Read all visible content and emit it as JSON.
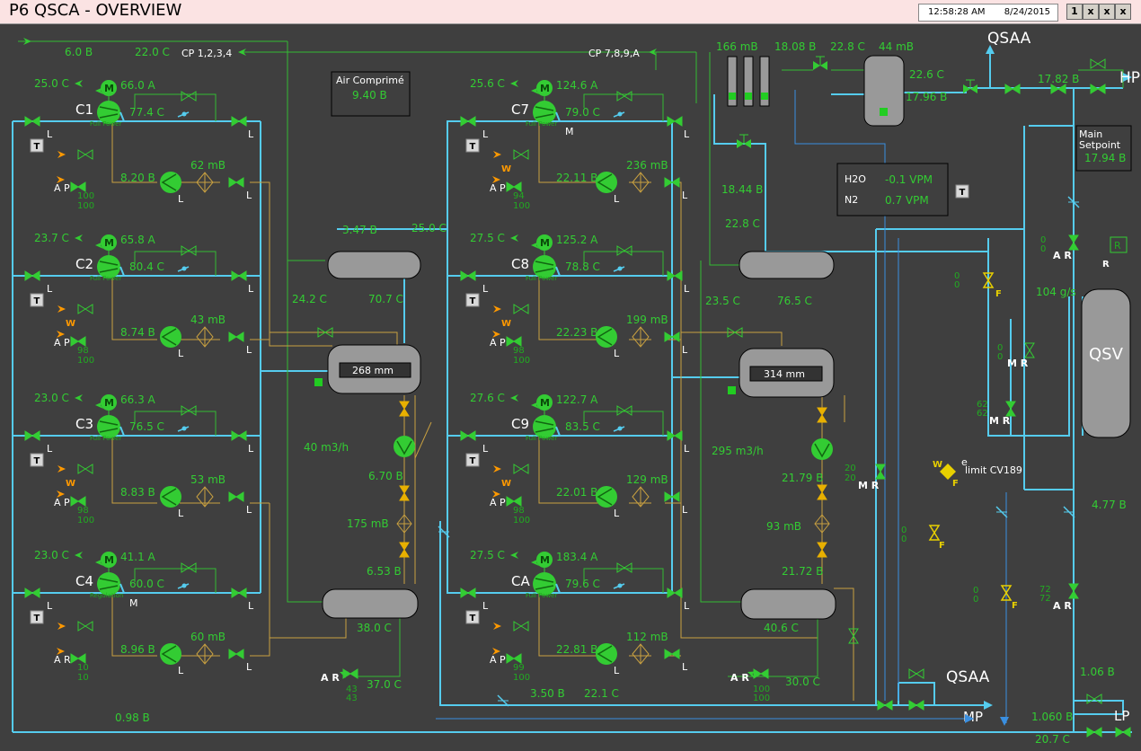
{
  "window": {
    "title": "P6 QSCA - OVERVIEW",
    "time": "12:58:28 AM",
    "date": "8/24/2015",
    "btn_page": "1",
    "btn_x1": "x",
    "btn_x2": "x",
    "btn_x3": "x"
  },
  "header": {
    "left_pressure": "6.0 B",
    "left_temp": "22.0 C",
    "cp_left": "CP 1,2,3,4",
    "cp_mid": "CP 7,8,9,A"
  },
  "air_box": {
    "label": "Air Comprimé",
    "value": "9.40 B"
  },
  "compressors": [
    {
      "name": "C1",
      "temp": "25.0 C",
      "amps": "66.0 A",
      "discharge": "77.4 C",
      "mode": "Full Power",
      "press": "8.20 B",
      "filter": "62 mB",
      "pct1": "100",
      "pct2": "100",
      "ap": "A P",
      "mark": "",
      "w": ""
    },
    {
      "name": "C2",
      "temp": "23.7 C",
      "amps": "65.8 A",
      "discharge": "80.4 C",
      "mode": "Full Power",
      "press": "8.74 B",
      "filter": "43 mB",
      "pct1": "98",
      "pct2": "100",
      "ap": "A P",
      "mark": "",
      "w": "W"
    },
    {
      "name": "C3",
      "temp": "23.0 C",
      "amps": "66.3 A",
      "discharge": "76.5 C",
      "mode": "Full Power",
      "press": "8.83 B",
      "filter": "53 mB",
      "pct1": "98",
      "pct2": "100",
      "ap": "A P",
      "mark": "",
      "w": "W"
    },
    {
      "name": "C4",
      "temp": "23.0 C",
      "amps": "41.1 A",
      "discharge": "60.0 C",
      "mode": "Regulation",
      "press": "8.96 B",
      "filter": "60 mB",
      "pct1": "10",
      "pct2": "10",
      "ap": "A R",
      "mark": "M",
      "w": ""
    },
    {
      "name": "C7",
      "temp": "25.6 C",
      "amps": "124.6 A",
      "discharge": "79.0 C",
      "mode": "Full Power",
      "press": "22.11 B",
      "filter": "236 mB",
      "pct1": "94",
      "pct2": "100",
      "ap": "A P",
      "mark": "M",
      "w": "W"
    },
    {
      "name": "C8",
      "temp": "27.5 C",
      "amps": "125.2 A",
      "discharge": "78.8 C",
      "mode": "Full Power",
      "press": "22.23 B",
      "filter": "199 mB",
      "pct1": "98",
      "pct2": "100",
      "ap": "A P",
      "mark": "",
      "w": "W"
    },
    {
      "name": "C9",
      "temp": "27.6 C",
      "amps": "122.7 A",
      "discharge": "83.5 C",
      "mode": "Full Power",
      "press": "22.01 B",
      "filter": "129 mB",
      "pct1": "98",
      "pct2": "100",
      "ap": "A P",
      "mark": "",
      "w": "W"
    },
    {
      "name": "CA",
      "temp": "27.5 C",
      "amps": "183.4 A",
      "discharge": "79.6 C",
      "mode": "Full Power",
      "press": "22.81 B",
      "filter": "112 mB",
      "pct1": "99",
      "pct2": "100",
      "ap": "A P",
      "mark": "",
      "w": ""
    }
  ],
  "lp": {
    "pressure1": "3.47 B",
    "temp1": "25.0 C",
    "hx_in": "24.2 C",
    "hx_out": "70.7 C",
    "level": "268 mm",
    "flow": "40 m3/h",
    "pump_press": "6.70 B",
    "filter": "175 mB",
    "pump_out": "6.53 B",
    "bottom_temp": "38.0 C",
    "ar_label": "A R",
    "ar_pct1": "43",
    "ar_pct2": "43",
    "bottom_temp2": "37.0 C",
    "return_press": "0.98 B"
  },
  "hp": {
    "pressure": "18.44 B",
    "temp": "22.8 C",
    "hx_in": "23.5 C",
    "hx_out": "76.5 C",
    "level": "314 mm",
    "flow": "295 m3/h",
    "pump_press": "21.79 B",
    "filter": "93 mB",
    "pump_out": "21.72 B",
    "bottom_temp": "40.6 C",
    "valve_pct1": "20",
    "valve_pct2": "20",
    "ar_label": "A R",
    "ar_pct1": "100",
    "ar_pct2": "100",
    "bottom_temp2": "30.0 C",
    "p_return": "3.50 B",
    "t_return": "22.1 C"
  },
  "dryer": {
    "filter_dp": "166 mB",
    "press": "18.08 B",
    "temp": "22.8 C",
    "tank_dp": "44 mB",
    "tank_temp": "22.6 C",
    "tank_press": "17.96 B"
  },
  "right": {
    "qsaa_top": "QSAA",
    "hp_label": "HP",
    "hp_press": "17.82 B",
    "main_setpoint_label1": "Main",
    "main_setpoint_label2": "Setpoint",
    "main_setpoint_value": "17.94 B",
    "h2o_label": "H2O",
    "h2o_value": "-0.1 VPM",
    "n2_label": "N2",
    "n2_value": "0.7 VPM",
    "flow": "104 g/s",
    "qsv": "QSV",
    "ar_top": "A R",
    "ar_top_v1": "0",
    "ar_top_v2": "0",
    "f1_v1": "0",
    "f1_v2": "0",
    "mr1": "M R",
    "mr1_v1": "0",
    "mr1_v2": "0",
    "mr2": "M R",
    "mr2_v1": "62",
    "mr2_v2": "62",
    "mr3": "M R",
    "limit": "limit CV189",
    "limit_w": "W",
    "limit_e": "e",
    "limit_f": "F",
    "f2_v1": "0",
    "f2_v2": "0",
    "f3_v1": "0",
    "f3_v2": "0",
    "press_477": "4.77 B",
    "ar_bot": "A R",
    "ar_bot_v1": "72",
    "ar_bot_v2": "72",
    "qsaa_bot": "QSAA",
    "mp_label": "MP",
    "press_106": "1.06 B",
    "press_1060": "1.060 B",
    "lp_label": "LP",
    "temp_207": "20.7 C",
    "r_label": "R",
    "r_sub": "R",
    "f_label": "F"
  },
  "labels": {
    "m": "M",
    "l": "L",
    "t": "T",
    "f": "F"
  }
}
